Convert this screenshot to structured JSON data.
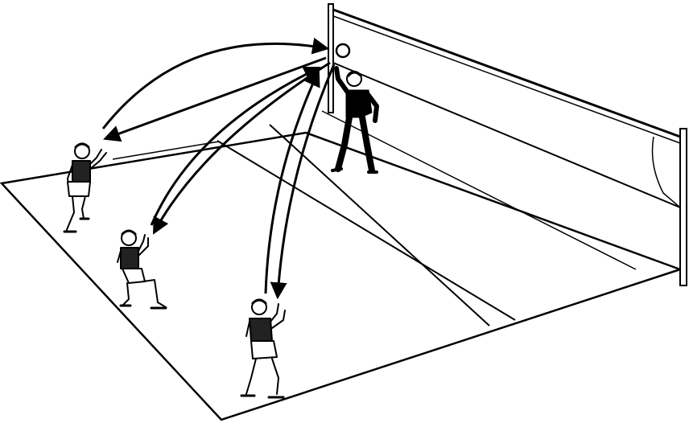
{
  "illustration": {
    "subject": "volleyball-passing-drill",
    "colors": {
      "ink": "#000000",
      "paper": "#ffffff"
    },
    "players": [
      {
        "name": "coach-tossing-ball",
        "style": "solid-black"
      },
      {
        "name": "player-left-back",
        "style": "outlined"
      },
      {
        "name": "player-left-middle",
        "style": "outlined"
      },
      {
        "name": "player-front",
        "style": "outlined"
      }
    ]
  }
}
